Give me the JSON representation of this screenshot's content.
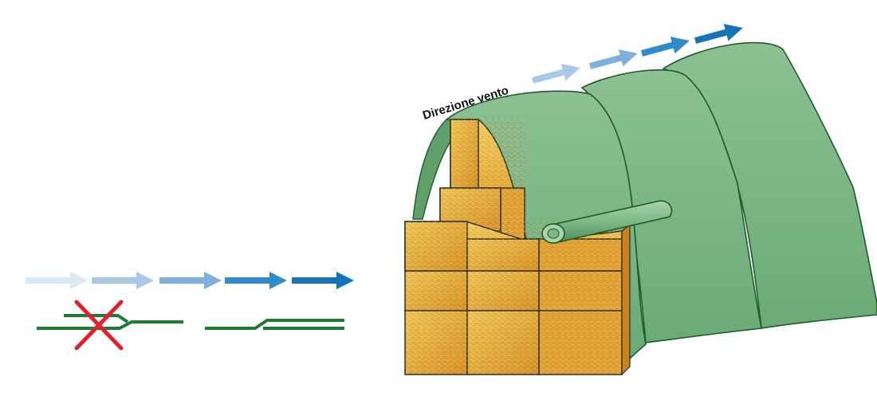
{
  "labels": {
    "wind_direction": "Direzione vento"
  },
  "legend": {
    "incorrect_overlap": {
      "icon": "cross-icon",
      "meaning": "incorrect"
    },
    "correct_overlap": {
      "icon": "overlap-icon",
      "meaning": "correct"
    }
  },
  "colors": {
    "sheet_green": "#7db985",
    "sheet_green_dark": "#1f5a2c",
    "line_green": "#1e7a35",
    "cross_red": "#e0212b",
    "arrow_blue_1": "#dbe9f5",
    "arrow_blue_2": "#a9c9e6",
    "arrow_blue_3": "#7fb0db",
    "arrow_blue_4": "#2f8bc9",
    "arrow_blue_5": "#1573b8",
    "hay_light": "#f0c95a",
    "hay_dark": "#d58a1c",
    "outline": "#2b2b2b"
  }
}
